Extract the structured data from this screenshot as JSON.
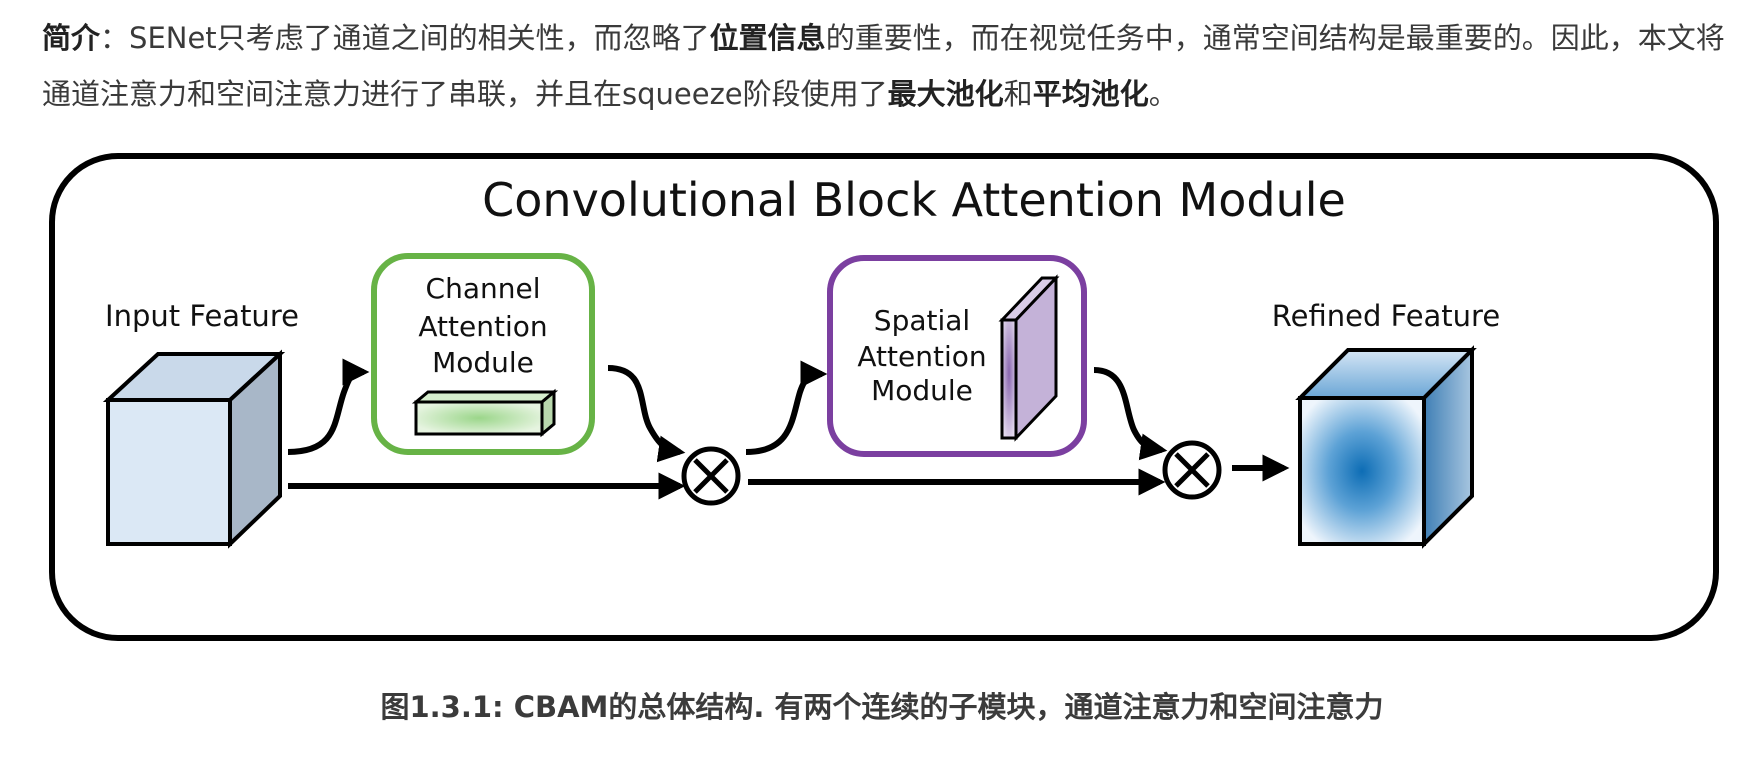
{
  "intro": {
    "label": "简介",
    "colon": "：",
    "text1": "SENet只考虑了通道之间的相关性，而忽略了",
    "bold1": "位置信息",
    "text2": "的重要性，而在视觉任务中，通常空间结构是最重要的。因此，本文将通道注意力和空间注意力进行了串联，并且在squeeze阶段使用了",
    "bold2": "最大池化",
    "text3": "和",
    "bold3": "平均池化",
    "text4": "。"
  },
  "diagram": {
    "title": "Convolutional Block Attention Module",
    "input_label": "Input Feature",
    "channel_lines": [
      "Channel",
      "Attention",
      "Module"
    ],
    "spatial_lines": [
      "Spatial",
      "Attention",
      "Module"
    ],
    "refined_label": "Refined Feature",
    "colors": {
      "frame": "#000000",
      "channel_border": "#67b346",
      "spatial_border": "#7b3fa0",
      "cube_face": "#dbe8f5",
      "cube_side": "#a9b8c9",
      "cube_top": "#c8d6e6",
      "refined_center": "#1a73b8",
      "refined_edge": "#e8f2fb",
      "channel_bar": "#c6e6bc",
      "spatial_plane": "#b49ccb"
    }
  },
  "caption": "图1.3.1: CBAM的总体结构. 有两个连续的子模块，通道注意力和空间注意力"
}
